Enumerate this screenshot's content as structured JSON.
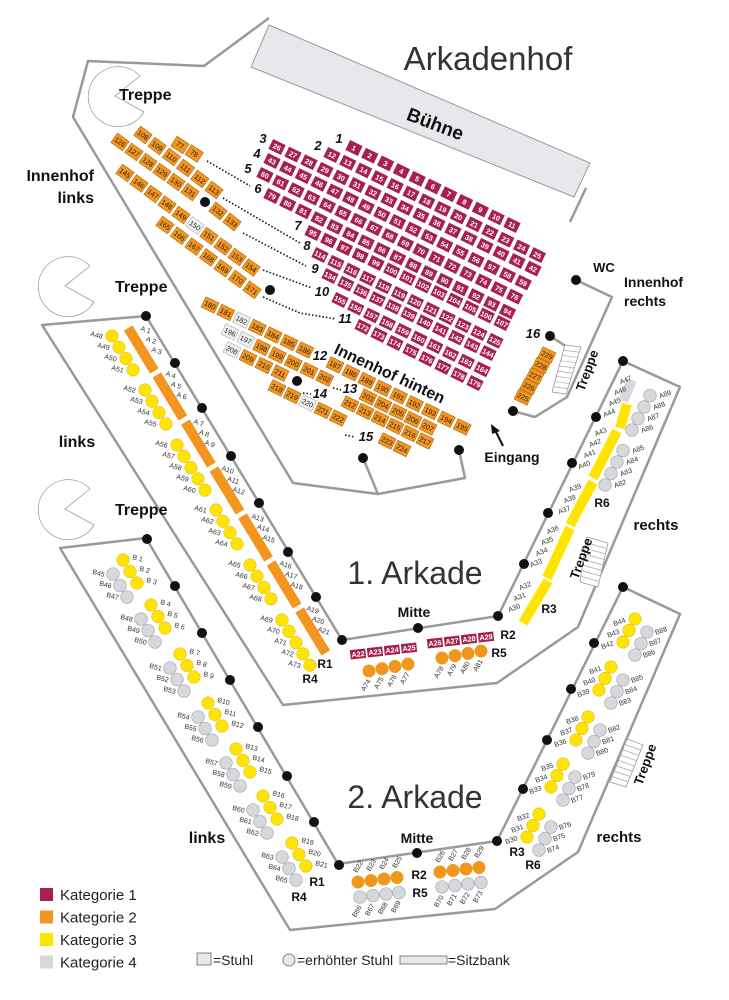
{
  "labels": {
    "title": "Arkadenhof",
    "stage": "Bühne",
    "innenhof": "Innenhof",
    "links": "links",
    "rechts": "rechts",
    "treppe": "Treppe",
    "wc": "WC",
    "innenhof_hinten": "Innenhof hinten",
    "eingang": "Eingang",
    "arkade1": "1. Arkade",
    "arkade2": "2. Arkade",
    "mitte": "Mitte"
  },
  "row_labels": [
    "1",
    "2",
    "3",
    "4",
    "5",
    "6",
    "7",
    "8",
    "9",
    "10",
    "11",
    "12",
    "13",
    "14",
    "15",
    "16"
  ],
  "r_labels": [
    "R1",
    "R2",
    "R3",
    "R4",
    "R5",
    "R6"
  ],
  "legend": {
    "items": [
      {
        "label": "Kategorie 1",
        "color": "#a6214c"
      },
      {
        "label": "Kategorie 2",
        "color": "#f3951f"
      },
      {
        "label": "Kategorie 3",
        "color": "#ffe400"
      },
      {
        "label": "Kategorie 4",
        "color": "#d7d8dd"
      }
    ],
    "stuhl": "=Stuhl",
    "erhoeht": "=erhöhter Stuhl",
    "sitzbank": "=Sitzbank"
  },
  "cat4_seats": [
    "150",
    "182",
    "196",
    "197",
    "208",
    "220"
  ],
  "rows": [
    {
      "id": "r1",
      "cat": 1,
      "seats": [
        "1",
        "2",
        "3",
        "4",
        "5",
        "6",
        "7",
        "8",
        "9",
        "10",
        "11"
      ]
    },
    {
      "id": "r2",
      "cat": 1,
      "seats": [
        "12",
        "13",
        "14",
        "15",
        "16",
        "17",
        "18",
        "19",
        "20",
        "21",
        "22",
        "23",
        "24",
        "25"
      ]
    },
    {
      "id": "r3",
      "cat": 1,
      "seats": [
        "26",
        "27",
        "28",
        "29",
        "30",
        "31",
        "32",
        "33",
        "34",
        "35",
        "36",
        "37",
        "38",
        "39",
        "40",
        "41",
        "42"
      ]
    },
    {
      "id": "r4",
      "cat": 1,
      "seats": [
        "43",
        "44",
        "45",
        "46",
        "47",
        "48",
        "49",
        "50",
        "51",
        "52",
        "53",
        "54",
        "55",
        "56",
        "57",
        "58",
        "59"
      ]
    },
    {
      "id": "r5",
      "cat": 1,
      "seats": [
        "60",
        "61",
        "62",
        "63",
        "64",
        "65",
        "66",
        "67",
        "68",
        "69",
        "70",
        "71",
        "72",
        "73",
        "74",
        "75",
        "76"
      ]
    },
    {
      "id": "r6",
      "cat": 1,
      "seats": [
        "79",
        "80",
        "81",
        "82",
        "83",
        "84",
        "85",
        "86",
        "87",
        "88",
        "89",
        "90",
        "91",
        "92",
        "93",
        "94"
      ]
    },
    {
      "id": "r7",
      "cat": 1,
      "seats": [
        "95",
        "96",
        "97",
        "98",
        "99",
        "100",
        "101",
        "102",
        "103",
        "104",
        "105",
        "106",
        "107"
      ]
    },
    {
      "id": "r8",
      "cat": 1,
      "seats": [
        "114",
        "115",
        "116",
        "117",
        "118",
        "119",
        "120",
        "121",
        "122",
        "123",
        "124",
        "125"
      ]
    },
    {
      "id": "r9",
      "cat": 1,
      "seats": [
        "134",
        "135",
        "136",
        "137",
        "138",
        "139",
        "140",
        "141",
        "142",
        "143",
        "144"
      ]
    },
    {
      "id": "r10",
      "cat": 1,
      "seats": [
        "155",
        "156",
        "157",
        "158",
        "159",
        "160",
        "161",
        "162",
        "163",
        "164"
      ]
    },
    {
      "id": "r11",
      "cat": 1,
      "seats": [
        "172",
        "173",
        "174",
        "175",
        "176",
        "177",
        "178",
        "179"
      ]
    },
    {
      "id": "l77",
      "cat": 2,
      "seats": [
        "77",
        "78"
      ]
    },
    {
      "id": "l108",
      "cat": 2,
      "seats": [
        "108",
        "109",
        "110",
        "111",
        "112",
        "113"
      ]
    },
    {
      "id": "l126",
      "cat": 2,
      "seats": [
        "126",
        "127",
        "128",
        "129",
        "130",
        "131"
      ]
    },
    {
      "id": "l132",
      "cat": 2,
      "seats": [
        "132",
        "133"
      ]
    },
    {
      "id": "l145",
      "cat": 2,
      "seats": [
        "145",
        "146",
        "147",
        "148",
        "149",
        "150",
        "151",
        "152",
        "153",
        "154"
      ]
    },
    {
      "id": "l165",
      "cat": 2,
      "seats": [
        "165",
        "166",
        "167",
        "168",
        "169",
        "170",
        "171"
      ]
    },
    {
      "id": "h180",
      "cat": 2,
      "seats": [
        "180",
        "181",
        "182",
        "183",
        "184",
        "185",
        "186"
      ]
    },
    {
      "id": "h187",
      "cat": 2,
      "seats": [
        "187",
        "188",
        "189",
        "190",
        "191",
        "192",
        "193",
        "194",
        "195"
      ]
    },
    {
      "id": "h196",
      "cat": 2,
      "seats": [
        "196",
        "197",
        "198",
        "199",
        "200",
        "201",
        "202"
      ]
    },
    {
      "id": "h203",
      "cat": 2,
      "seats": [
        "203",
        "204",
        "205",
        "206",
        "207"
      ]
    },
    {
      "id": "h208",
      "cat": 2,
      "seats": [
        "208",
        "209",
        "210",
        "211"
      ]
    },
    {
      "id": "h212",
      "cat": 2,
      "seats": [
        "212",
        "213",
        "214",
        "215",
        "216",
        "217"
      ]
    },
    {
      "id": "h218",
      "cat": 2,
      "seats": [
        "218",
        "219",
        "220",
        "221",
        "222"
      ]
    },
    {
      "id": "h223",
      "cat": 2,
      "seats": [
        "223",
        "224"
      ]
    },
    {
      "id": "s225",
      "cat": 2,
      "seats": [
        "225",
        "226",
        "227",
        "228",
        "229"
      ]
    },
    {
      "id": "a1b1",
      "cat": 1,
      "seats": [
        "A22",
        "A23",
        "A24",
        "A25"
      ]
    },
    {
      "id": "a1b2",
      "cat": 1,
      "seats": [
        "A26",
        "A27",
        "A28",
        "A29"
      ]
    }
  ],
  "circle_groups": [
    {
      "id": "a1y1",
      "cat": 3,
      "seats": [
        "A48",
        "A49",
        "A50",
        "A51"
      ]
    },
    {
      "id": "a1y2",
      "cat": 3,
      "seats": [
        "A52",
        "A53",
        "A54",
        "A55"
      ]
    },
    {
      "id": "a1y3",
      "cat": 3,
      "seats": [
        "A56",
        "A57",
        "A58",
        "A59",
        "A60"
      ]
    },
    {
      "id": "a1y4",
      "cat": 3,
      "seats": [
        "A61",
        "A62",
        "A63",
        "A64"
      ]
    },
    {
      "id": "a1y5",
      "cat": 3,
      "seats": [
        "A65",
        "A66",
        "A67",
        "A68"
      ]
    },
    {
      "id": "a1y6",
      "cat": 3,
      "seats": [
        "A69",
        "A70",
        "A71",
        "A72",
        "A73"
      ]
    },
    {
      "id": "a1g1",
      "cat": 4,
      "seats": [
        "A82",
        "A83",
        "A84",
        "A85"
      ]
    },
    {
      "id": "a1g2",
      "cat": 4,
      "seats": [
        "A86",
        "A87",
        "A88",
        "A89"
      ]
    },
    {
      "id": "a1m1",
      "cat": 2,
      "seats": [
        "A74",
        "A75",
        "A76",
        "A77"
      ]
    },
    {
      "id": "a1m2",
      "cat": 2,
      "seats": [
        "A78",
        "A79",
        "A80",
        "A81"
      ]
    },
    {
      "id": "by1",
      "cat": 3,
      "seats": [
        "B 1",
        "B 2",
        "B 3"
      ]
    },
    {
      "id": "by2",
      "cat": 3,
      "seats": [
        "B 4",
        "B 5",
        "B 6"
      ]
    },
    {
      "id": "by3",
      "cat": 3,
      "seats": [
        "B 7",
        "B 8",
        "B 9"
      ]
    },
    {
      "id": "by4",
      "cat": 3,
      "seats": [
        "B10",
        "B11",
        "B12"
      ]
    },
    {
      "id": "by5",
      "cat": 3,
      "seats": [
        "B13",
        "B14",
        "B15"
      ]
    },
    {
      "id": "by6",
      "cat": 3,
      "seats": [
        "B16",
        "B17",
        "B18"
      ]
    },
    {
      "id": "by7",
      "cat": 3,
      "seats": [
        "B19",
        "B20",
        "B21"
      ]
    },
    {
      "id": "bg1",
      "cat": 4,
      "seats": [
        "B45",
        "B46",
        "B47"
      ]
    },
    {
      "id": "bg2",
      "cat": 4,
      "seats": [
        "B48",
        "B49",
        "B50"
      ]
    },
    {
      "id": "bg3",
      "cat": 4,
      "seats": [
        "B51",
        "B52",
        "B53"
      ]
    },
    {
      "id": "bg4",
      "cat": 4,
      "seats": [
        "B54",
        "B55",
        "B56"
      ]
    },
    {
      "id": "bg5",
      "cat": 4,
      "seats": [
        "B57",
        "B58",
        "B59"
      ]
    },
    {
      "id": "bg6",
      "cat": 4,
      "seats": [
        "B60",
        "B61",
        "B62"
      ]
    },
    {
      "id": "bg7",
      "cat": 4,
      "seats": [
        "B63",
        "B64",
        "B65"
      ]
    },
    {
      "id": "bm1",
      "cat": 2,
      "seats": [
        "B22",
        "B23",
        "B24",
        "B25"
      ]
    },
    {
      "id": "bm2",
      "cat": 2,
      "seats": [
        "B26",
        "B27",
        "B28",
        "B29"
      ]
    },
    {
      "id": "bm3",
      "cat": 4,
      "seats": [
        "B66",
        "B67",
        "B68",
        "B69"
      ]
    },
    {
      "id": "bm4",
      "cat": 4,
      "seats": [
        "B70",
        "B71",
        "B72",
        "B73"
      ]
    },
    {
      "id": "bry1",
      "cat": 3,
      "seats": [
        "B30",
        "B31",
        "B32"
      ]
    },
    {
      "id": "bry2",
      "cat": 3,
      "seats": [
        "B33",
        "B34",
        "B35"
      ]
    },
    {
      "id": "bry3",
      "cat": 3,
      "seats": [
        "B36",
        "B37",
        "B38"
      ]
    },
    {
      "id": "bry4",
      "cat": 3,
      "seats": [
        "B39",
        "B40",
        "B41"
      ]
    },
    {
      "id": "bry5",
      "cat": 3,
      "seats": [
        "B42",
        "B43",
        "B44"
      ]
    },
    {
      "id": "brg1",
      "cat": 4,
      "seats": [
        "B74",
        "B75",
        "B76"
      ]
    },
    {
      "id": "brg2",
      "cat": 4,
      "seats": [
        "B77",
        "B78",
        "B79"
      ]
    },
    {
      "id": "brg3",
      "cat": 4,
      "seats": [
        "B80",
        "B81",
        "B82"
      ]
    },
    {
      "id": "brg4",
      "cat": 4,
      "seats": [
        "B83",
        "B84",
        "B85"
      ]
    },
    {
      "id": "brg5",
      "cat": 4,
      "seats": [
        "B86",
        "B87",
        "B88"
      ]
    }
  ],
  "bench_labels": [
    {
      "id": "al1",
      "labels": [
        "A 1",
        "A 2",
        "A 3"
      ]
    },
    {
      "id": "al2",
      "labels": [
        "A 4",
        "A 5",
        "A 6"
      ]
    },
    {
      "id": "al3",
      "labels": [
        "A 7",
        "A 8",
        "A 9"
      ]
    },
    {
      "id": "al4",
      "labels": [
        "A10",
        "A11",
        "A12"
      ]
    },
    {
      "id": "al5",
      "labels": [
        "A13",
        "A14",
        "A15"
      ]
    },
    {
      "id": "al6",
      "labels": [
        "A16",
        "A17",
        "A18"
      ]
    },
    {
      "id": "al7",
      "labels": [
        "A19",
        "A20",
        "A21"
      ]
    },
    {
      "id": "ar1",
      "labels": [
        "A30",
        "A31",
        "A32"
      ]
    },
    {
      "id": "ar2",
      "labels": [
        "A33",
        "A34",
        "A35",
        "A36"
      ]
    },
    {
      "id": "ar3",
      "labels": [
        "A37",
        "A38",
        "A39"
      ]
    },
    {
      "id": "ar4",
      "labels": [
        "A40",
        "A41",
        "A42",
        "A43"
      ]
    },
    {
      "id": "ar5",
      "labels": [
        "A44",
        "A45",
        "A46",
        "A47"
      ]
    }
  ]
}
